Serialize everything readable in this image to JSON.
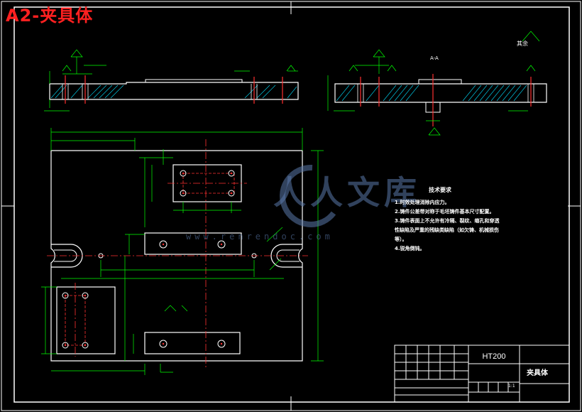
{
  "header": {
    "title": "A2-夹具体"
  },
  "section_label": "A-A",
  "surface_note": "其余",
  "technical_requirements": {
    "title": "技术要求",
    "items": [
      "1.时效处理消除内应力。",
      "2.铸件公差带对称于毛坯铸件基本尺寸配置。",
      "3.铸件表面上不允许有冷隔、裂纹、缩孔和穿透",
      "性缺陷及严重的残缺类缺陷（如欠铸、机械损伤",
      "等）。",
      "4.锐角倒钝。"
    ]
  },
  "title_block": {
    "material": "HT200",
    "part_name": "夹具体",
    "quantity": "1:1"
  },
  "watermark": {
    "text": "人人文库",
    "url": "www.renrendoc.com"
  },
  "colors": {
    "outline": "#ffffff",
    "dimension": "#00ff00",
    "centerline": "#ff3030",
    "hatch": "#00e0ff",
    "watermark": "#5a78aa",
    "title": "#ff2020"
  }
}
